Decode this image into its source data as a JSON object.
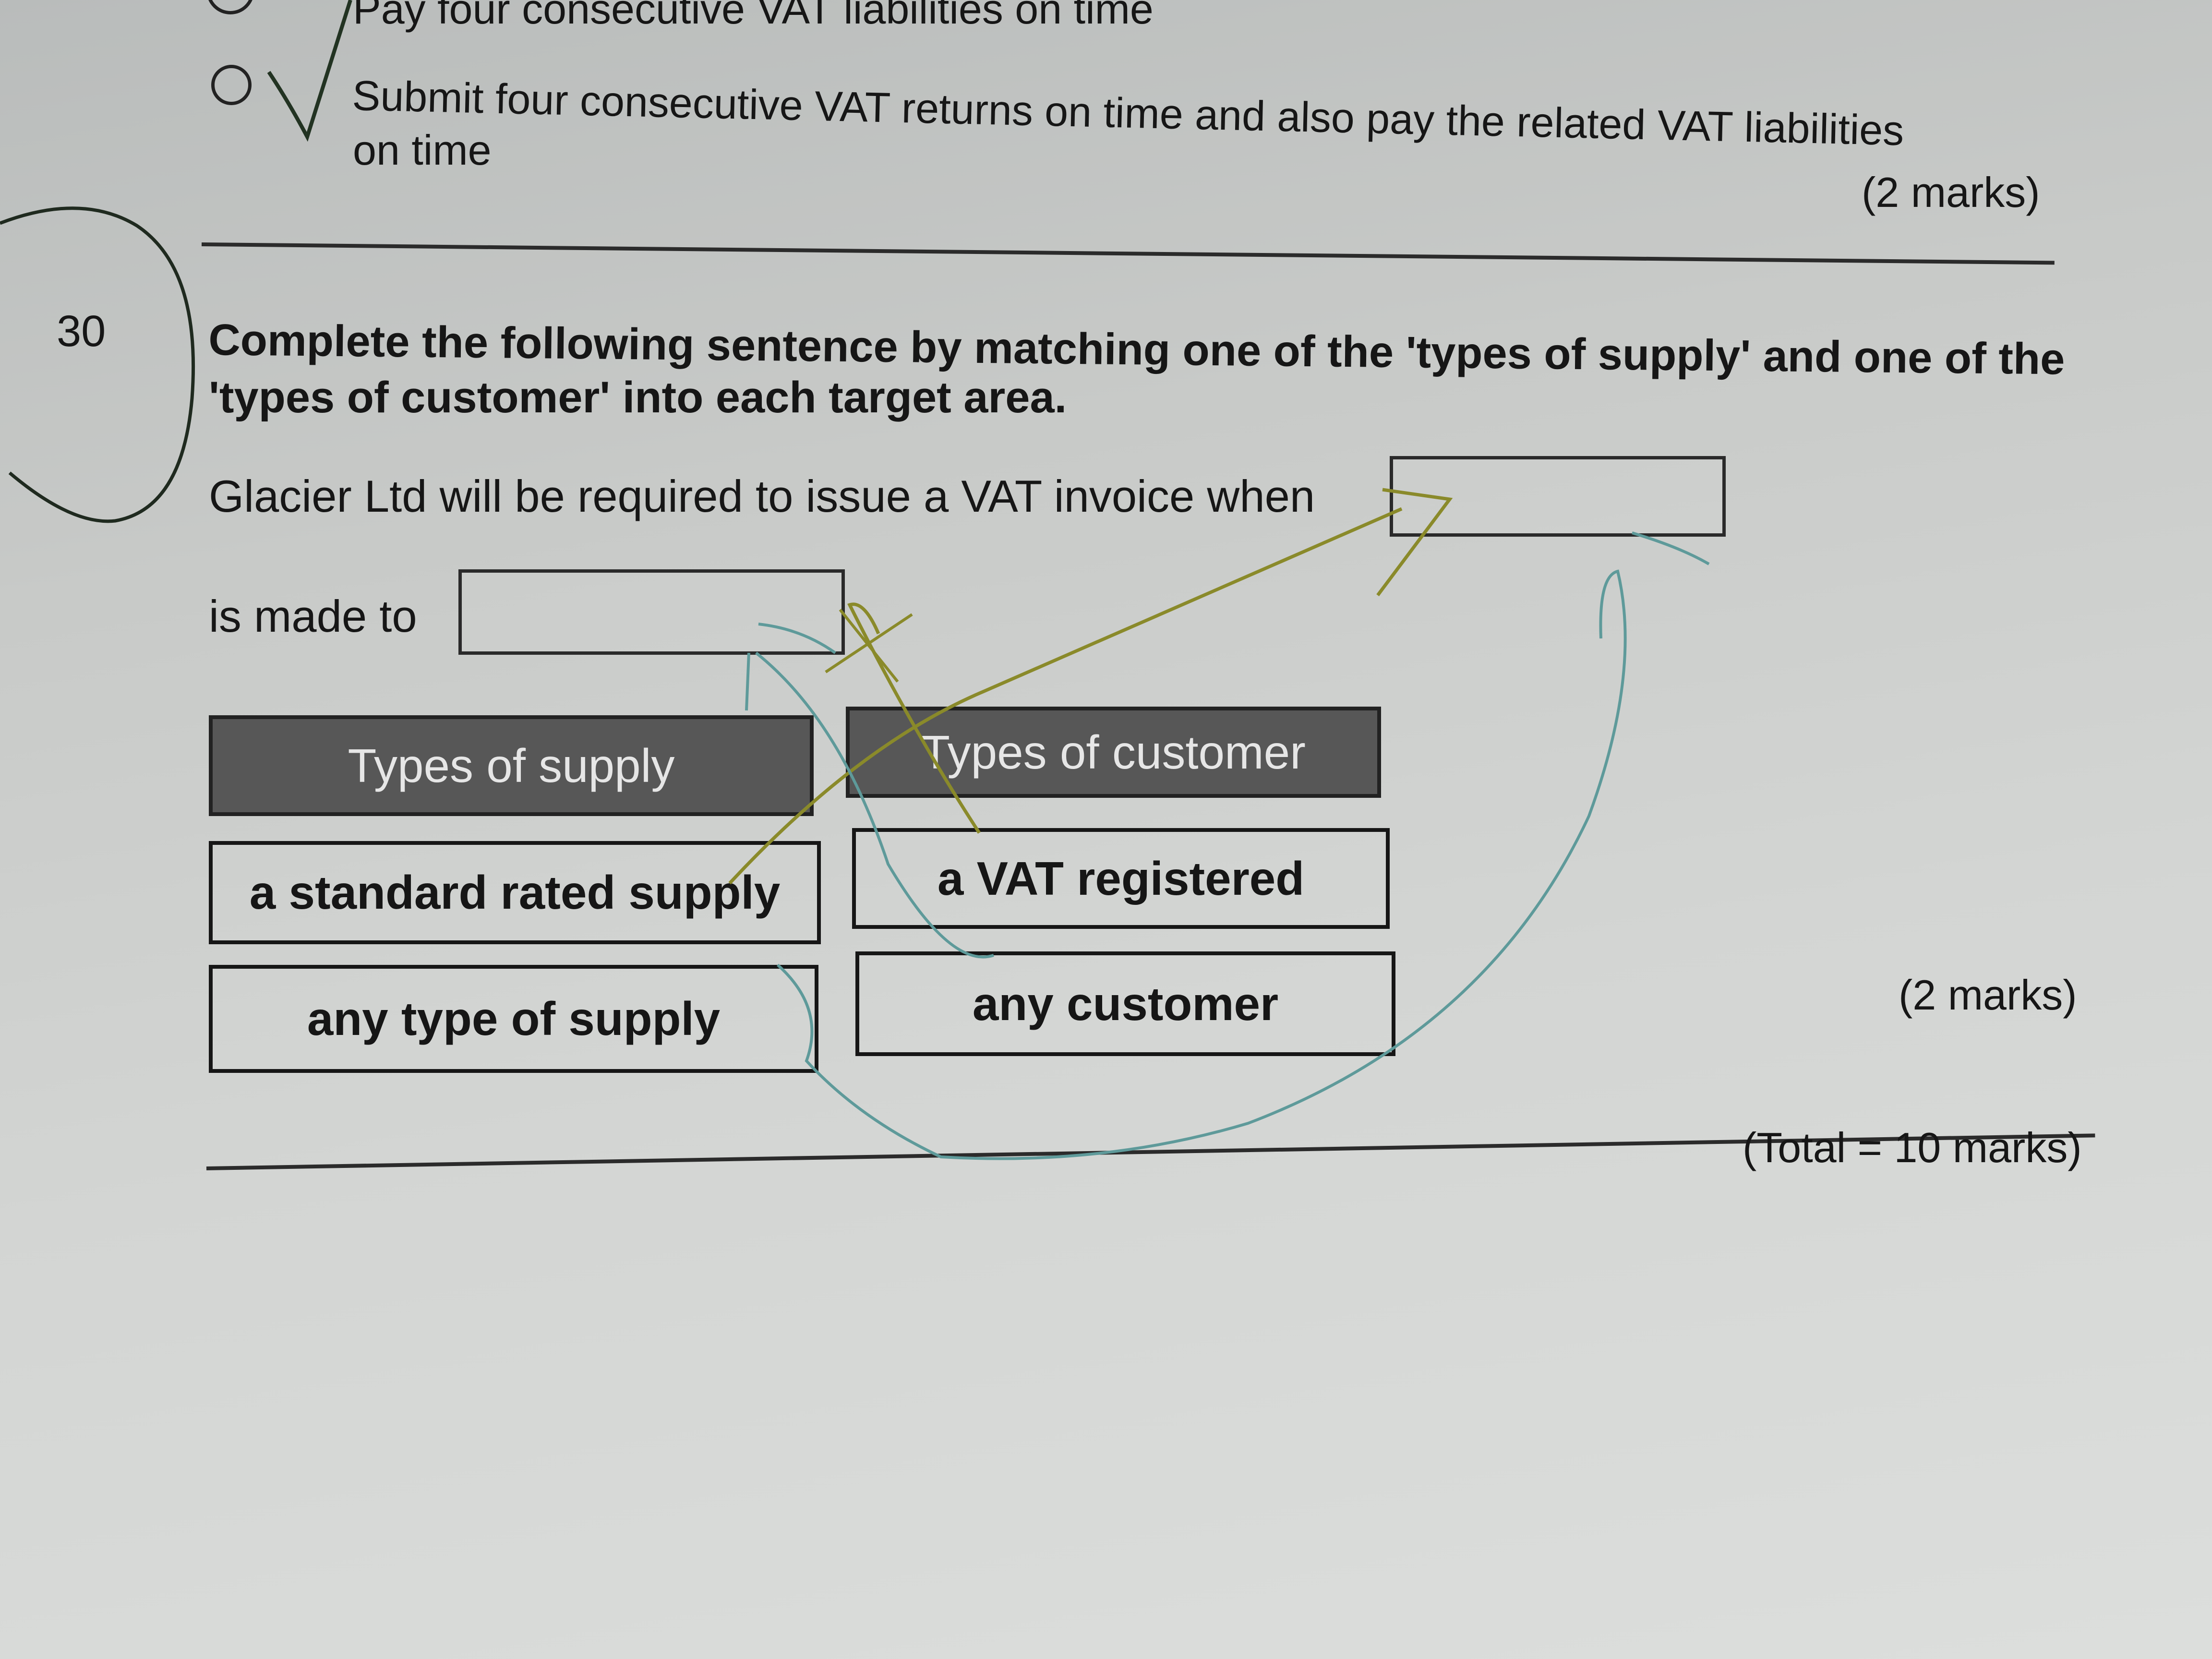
{
  "prev_question": {
    "option_partial": "Pay four consecutive VAT liabilities on time",
    "option_last_line1": "Submit four consecutive VAT returns on time and also pay the related VAT liabilities",
    "option_last_line2": "on time",
    "marks": "(2 marks)"
  },
  "question": {
    "number": "30",
    "instruction_line1": "Complete the following sentence by matching one of the 'types of supply' and one of the",
    "instruction_line2": "'types of customer' into each target area.",
    "sentence_part1": "Glacier Ltd will be required to issue a VAT invoice when",
    "sentence_part2": "is made to",
    "supply_header": "Types of supply",
    "customer_header": "Types of customer",
    "supply_options": [
      "a standard rated supply",
      "any type of supply"
    ],
    "customer_options": [
      "a VAT registered",
      "any customer"
    ],
    "marks": "(2 marks)",
    "total": "(Total = 10 marks)"
  },
  "colors": {
    "pen_olive": "#8a8a2a",
    "pen_teal": "#5e9a9a",
    "header_fill": "#575757"
  }
}
